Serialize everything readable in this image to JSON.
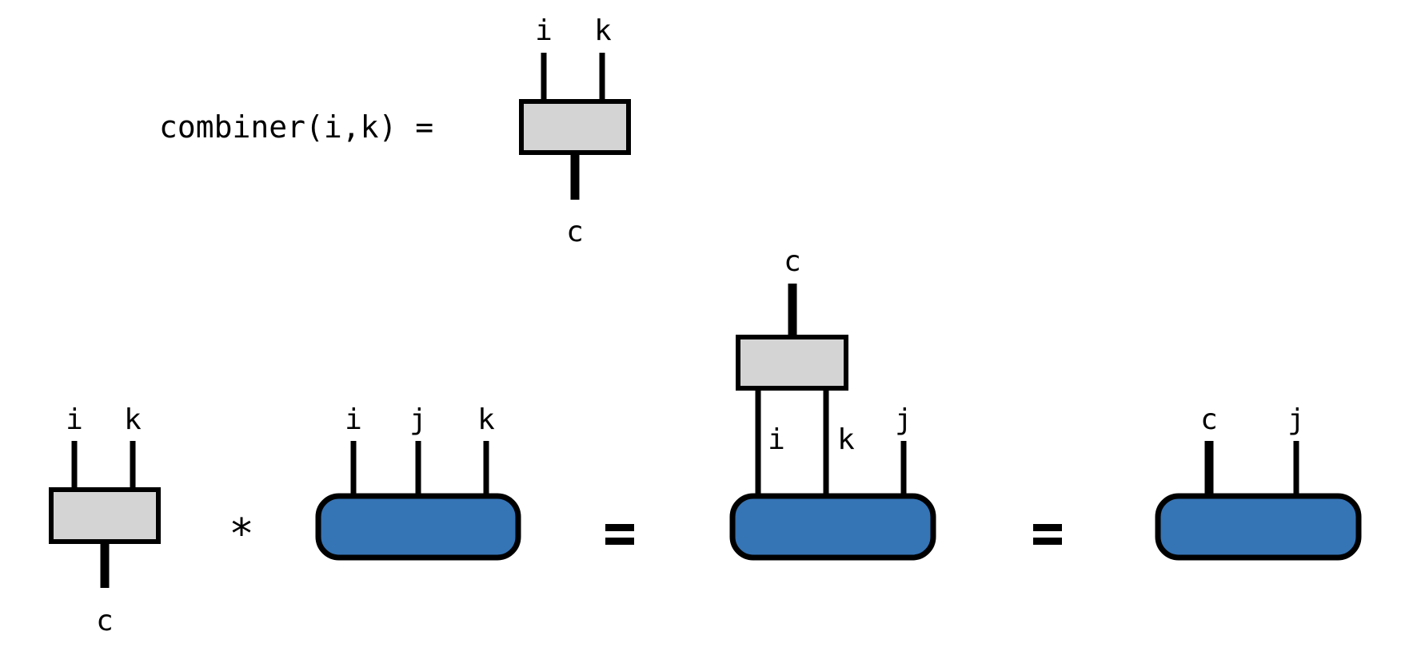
{
  "colors": {
    "combiner_fill": "#d4d4d4",
    "tensor_fill": "#3574b5",
    "stroke": "#000000"
  },
  "definition": {
    "text": "combiner(i,k) =",
    "combiner": {
      "top_labels": [
        "i",
        "k"
      ],
      "bottom_label": "c"
    }
  },
  "equation": {
    "combiner": {
      "top_labels": [
        "i",
        "k"
      ],
      "bottom_label": "c"
    },
    "multiply_symbol": "*",
    "tensor": {
      "labels": [
        "i",
        "j",
        "k"
      ]
    },
    "equals_1": "=",
    "contracted": {
      "combiner_top_label": "c",
      "inner_labels": [
        "i",
        "k"
      ],
      "free_label": "j"
    },
    "equals_2": "=",
    "result": {
      "labels": [
        "c",
        "j"
      ]
    }
  }
}
